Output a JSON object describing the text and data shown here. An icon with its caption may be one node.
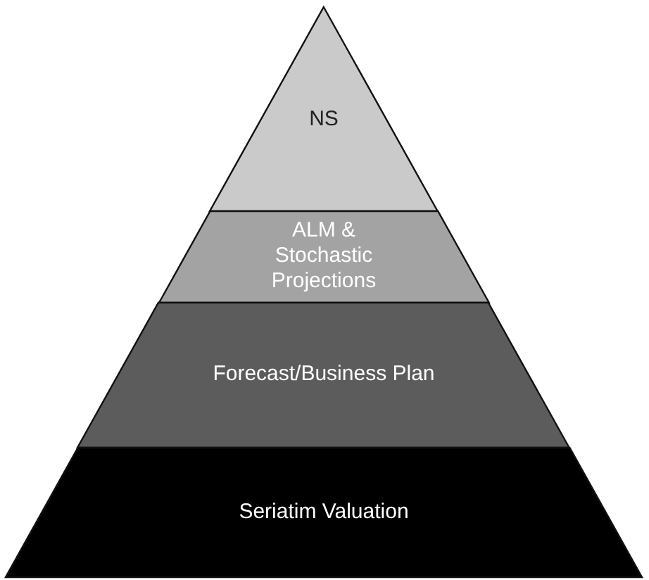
{
  "diagram": {
    "nodes": [
      {
        "text": [
          "NS"
        ]
      },
      {
        "text": [
          "ALM & Stochastic Projections"
        ]
      },
      {
        "text": [
          "Forecast/Business Plan"
        ]
      },
      {
        "text": [
          "Seriatim Valuation"
        ]
      }
    ]
  }
}
